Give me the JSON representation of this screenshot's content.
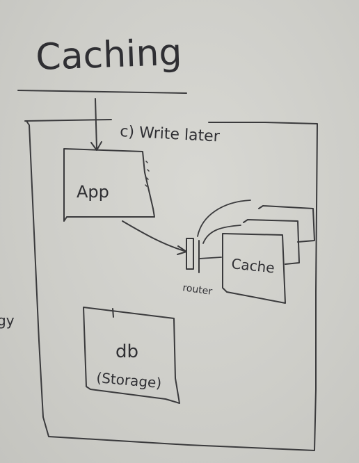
{
  "title": "Caching",
  "subtitle": "c) Write later",
  "nodes": {
    "app": "App",
    "cache": "Cache",
    "router": "router",
    "db": "db",
    "storage": "(Storage)"
  },
  "margin_text": "gy",
  "colors": {
    "board": "#cfcfca",
    "ink": "#3a3a3c"
  }
}
